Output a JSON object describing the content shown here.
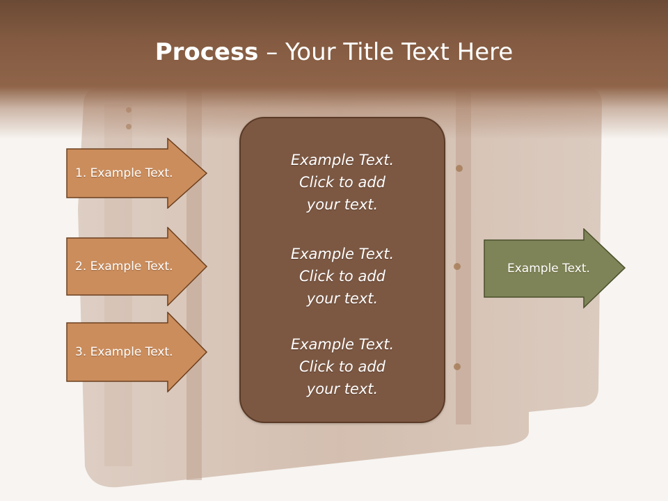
{
  "slide": {
    "title_bold": "Process",
    "title_rest": " – Your Title Text Here"
  },
  "inputs": [
    {
      "label": "1. Example Text."
    },
    {
      "label": "2. Example Text."
    },
    {
      "label": "3. Example Text."
    }
  ],
  "center_box": {
    "paragraphs": [
      {
        "lines": [
          "Example Text.",
          "Click  to add",
          "your text."
        ]
      },
      {
        "lines": [
          "Example Text.",
          "Click  to add",
          "your text."
        ]
      },
      {
        "lines": [
          "Example Text.",
          "Click  to add",
          "your text."
        ]
      }
    ]
  },
  "output": {
    "label": "Example Text."
  },
  "colors": {
    "header": "#845b42",
    "input_arrow_fill": "#cb8d5c",
    "input_arrow_stroke": "#6b3f1f",
    "center_box_fill": "#7c5843",
    "output_arrow_fill": "#7e8457",
    "output_arrow_stroke": "#4a4f2a",
    "text": "#ffffff"
  }
}
